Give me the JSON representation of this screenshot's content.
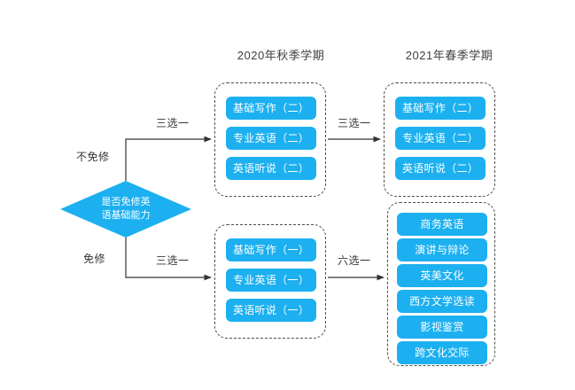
{
  "columns": {
    "fall": "2020年秋季学期",
    "spring": "2021年春季学期"
  },
  "decision": {
    "line1": "是否免修英",
    "line2": "语基础能力"
  },
  "branches": {
    "not_exempt": "不免修",
    "exempt": "免修"
  },
  "edges": {
    "fall_top": "三选一",
    "spring_top": "三选一",
    "fall_bottom": "三选一",
    "spring_bottom": "六选一"
  },
  "groups": {
    "fall_not_exempt": {
      "courses": [
        "基础写作（二）",
        "专业英语（二）",
        "英语听说（二）"
      ]
    },
    "spring_not_exempt": {
      "courses": [
        "基础写作（二）",
        "专业英语（二）",
        "英语听说（二）"
      ]
    },
    "fall_exempt": {
      "courses": [
        "基础写作（一）",
        "专业英语（一）",
        "英语听说（一）"
      ]
    },
    "spring_elective": {
      "courses": [
        "商务英语",
        "演讲与辩论",
        "英美文化",
        "西方文学选读",
        "影视鉴赏",
        "跨文化交际"
      ]
    }
  },
  "colors": {
    "node_blue": "#1cb0f0",
    "node_text": "#ffffff",
    "border_dashed": "#4d4d4d",
    "connector": "#333333",
    "title_text": "#404040"
  }
}
